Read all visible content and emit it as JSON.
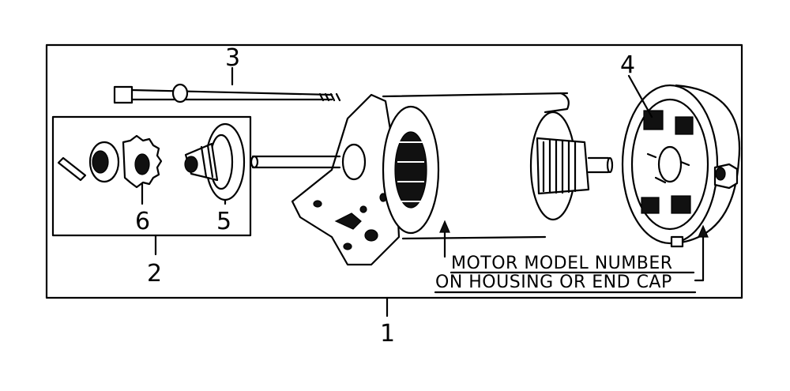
{
  "callouts": {
    "assembly": "1",
    "drive_kit": "2",
    "through_bolt": "3",
    "brush_holder": "4",
    "drive_clutch": "5",
    "pinion_gear": "6"
  },
  "note": {
    "line1": "MOTOR MODEL NUMBER",
    "line2": "ON HOUSING OR END CAP"
  }
}
